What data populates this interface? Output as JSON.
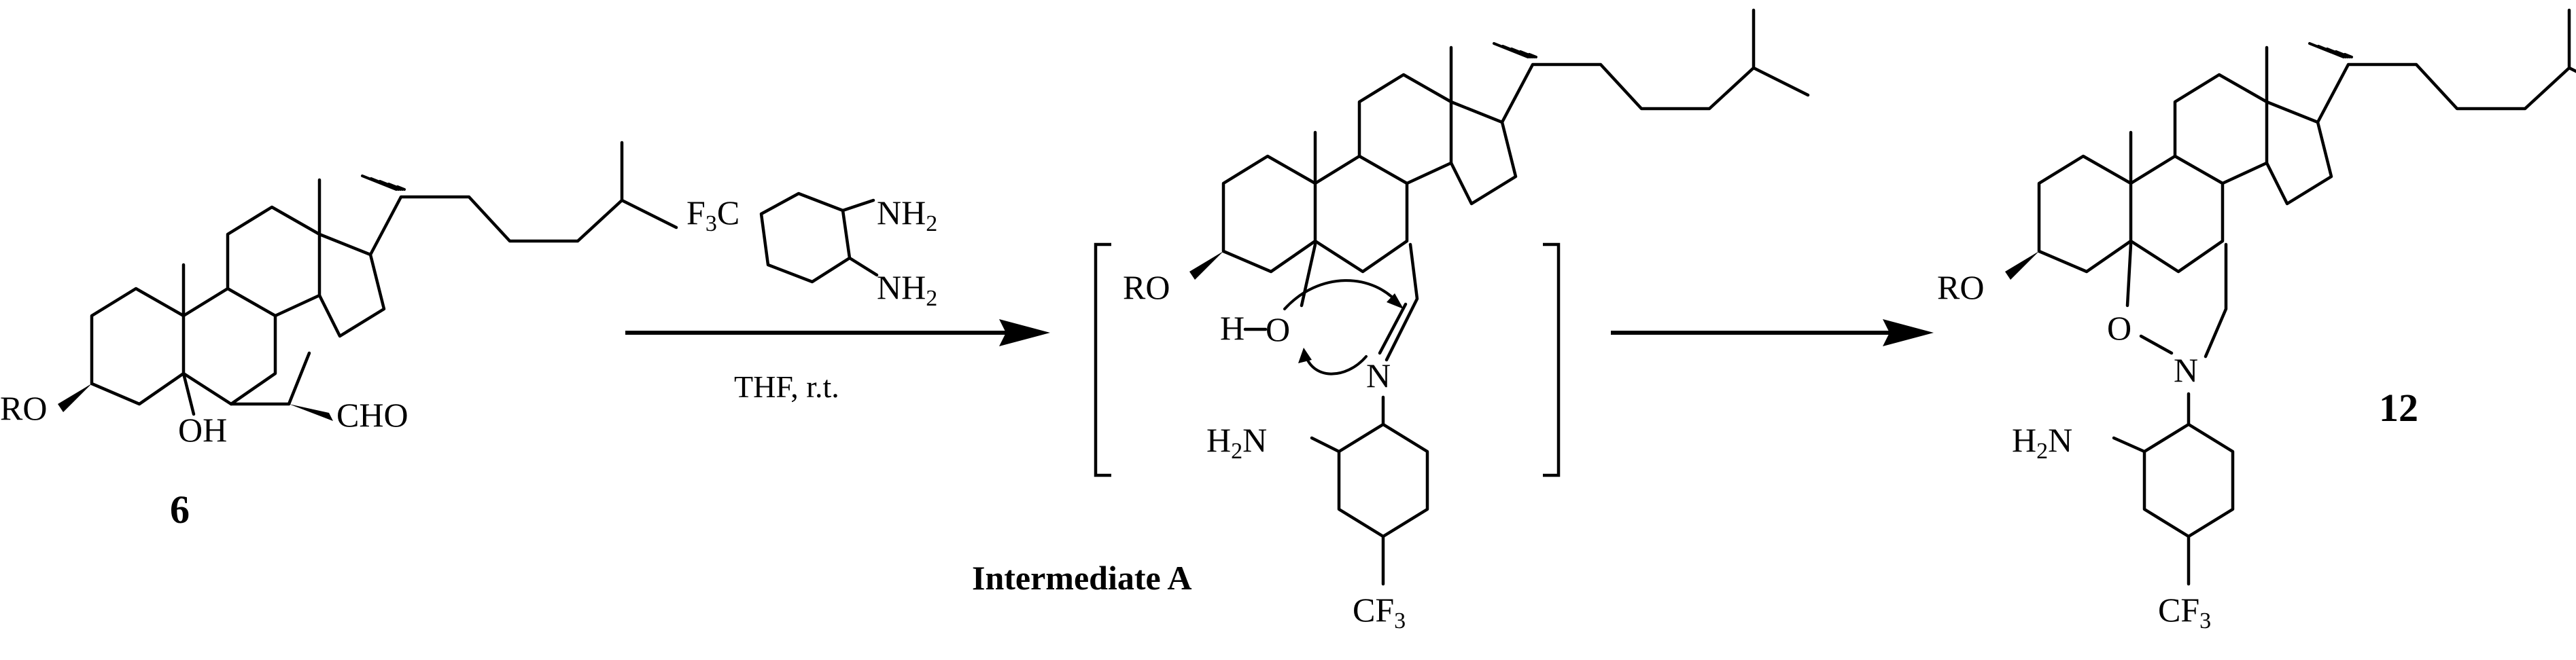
{
  "compounds": {
    "start": {
      "number": "6",
      "r_group": "RO",
      "hydroxyl": "OH",
      "aldehyde": "CHO"
    },
    "intermediate": {
      "label": "Intermediate A",
      "r_group": "RO",
      "h_atom": "H",
      "o_atom": "O",
      "n_atom": "N",
      "amine": "H2N",
      "cf3": "CF3"
    },
    "product": {
      "number": "12",
      "r_group": "RO",
      "o_atom": "O",
      "n_atom": "N",
      "amine": "H2N",
      "cf3": "CF3"
    }
  },
  "reagent": {
    "f3c": "F3C",
    "nh2_top": "NH2",
    "nh2_bottom": "NH2",
    "conditions": "THF, r.t."
  },
  "colors": {
    "ink": "#000000",
    "background": "#ffffff"
  }
}
